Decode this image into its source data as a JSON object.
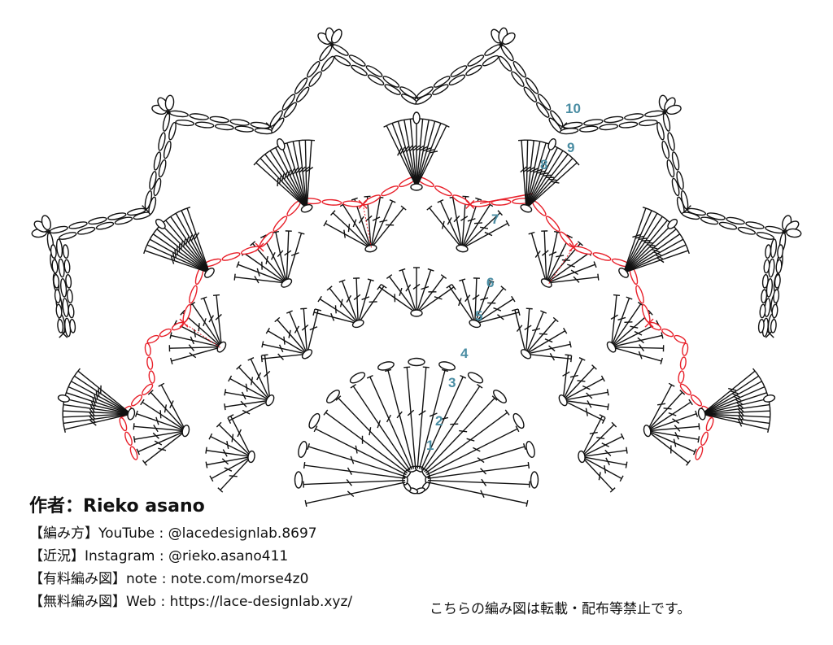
{
  "diagram": {
    "row_numbers": [
      "1",
      "2",
      "3",
      "4",
      "5",
      "6",
      "7",
      "8",
      "9",
      "10"
    ],
    "colors": {
      "stitch": "#111111",
      "highlight": "#e8202a",
      "row_number": "#4a8da3"
    }
  },
  "credits": {
    "author": "作者：Rieko asano",
    "lines": [
      "【編み方】YouTube : @lacedesignlab.8697",
      "【近況】Instagram : @rieko.asano411",
      "【有料編み図】note : note.com/morse4z0",
      "【無料編み図】Web : https://lace-designlab.xyz/"
    ]
  },
  "notice": "こちらの編み図は転載・配布等禁止です。"
}
